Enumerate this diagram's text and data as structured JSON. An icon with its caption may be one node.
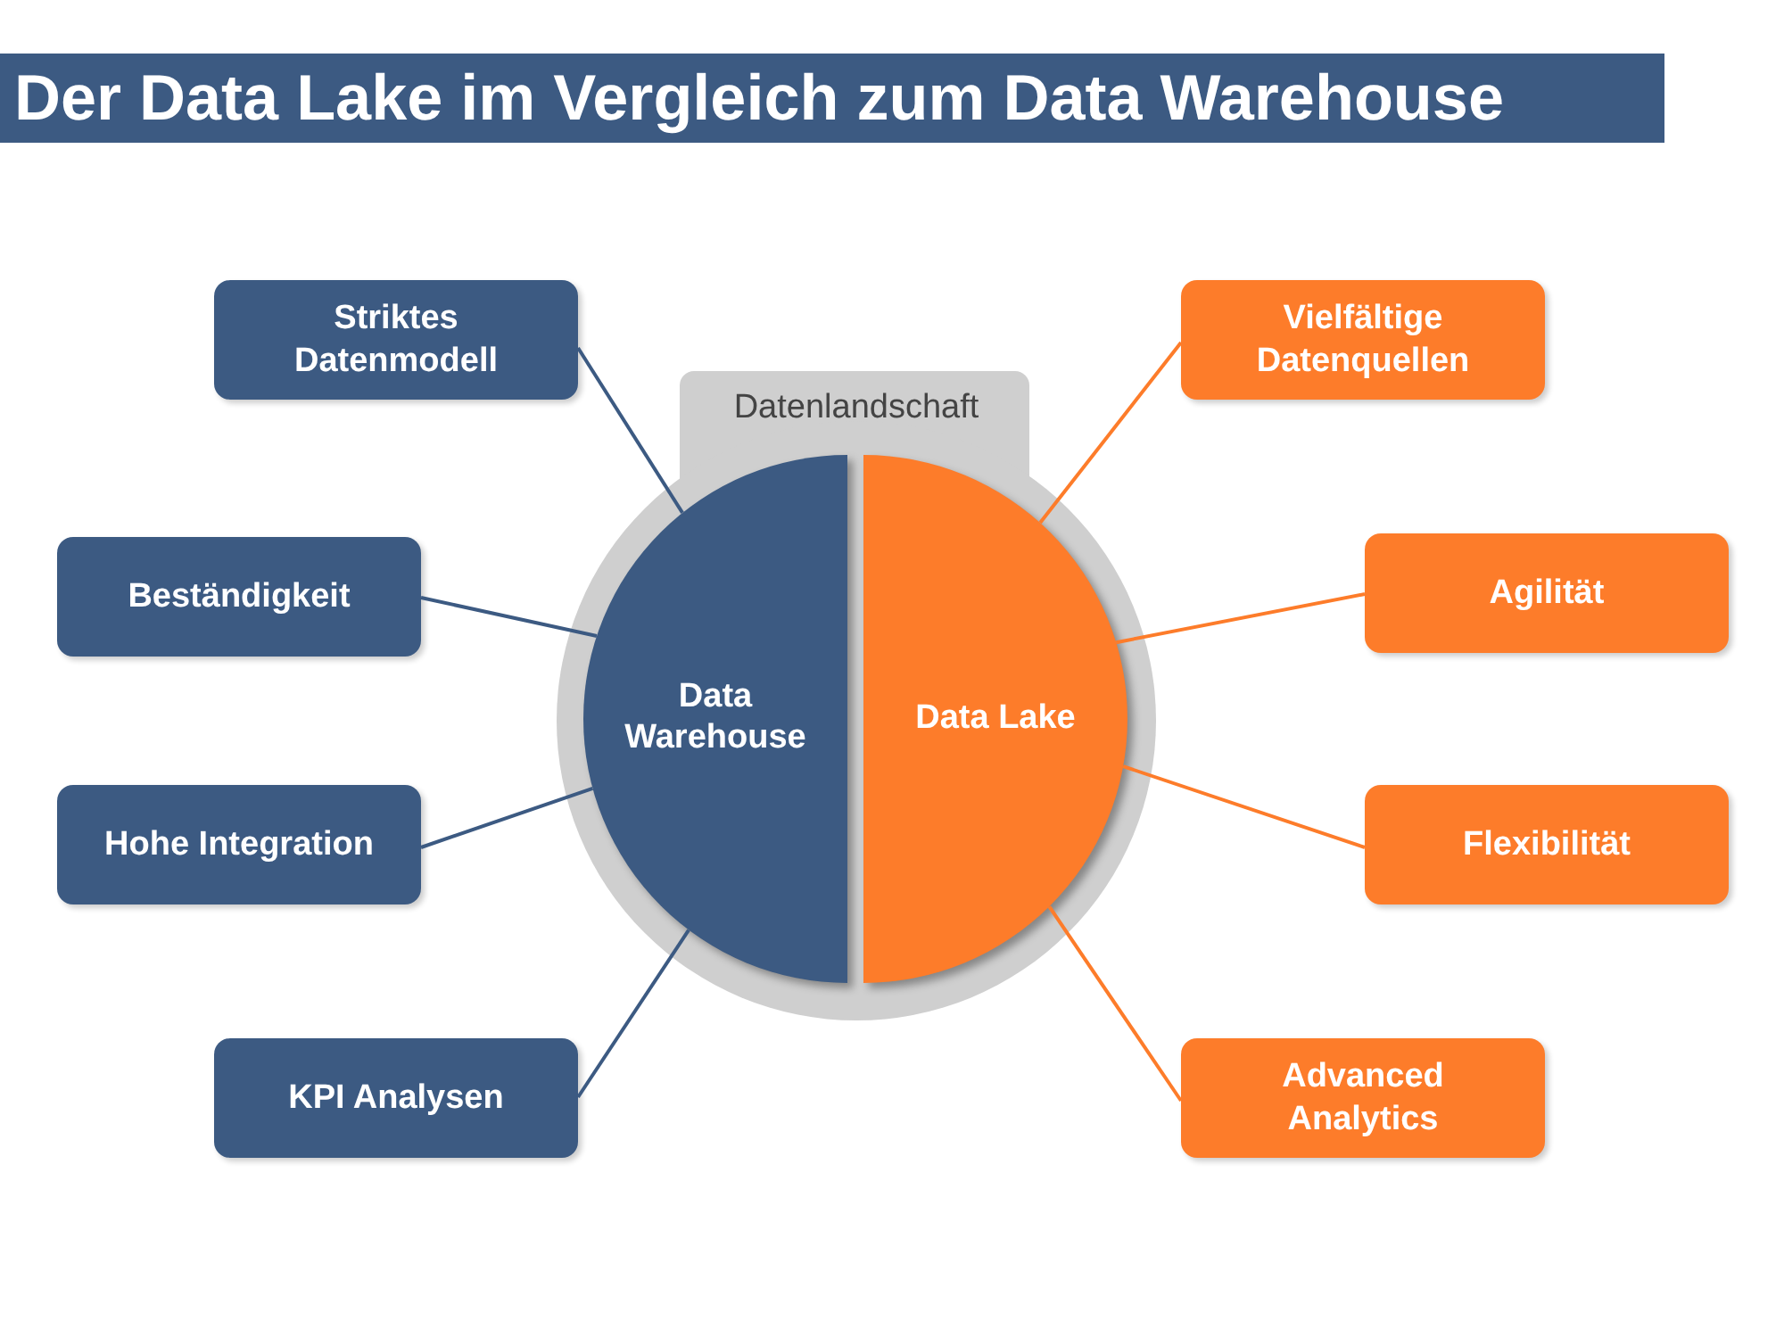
{
  "diagram": {
    "title": "Der Data Lake im Vergleich zum Data Warehouse",
    "nodes": [
      {
        "text": [
          "Datenlandschaft"
        ]
      },
      {
        "text": [
          "Data Warehouse"
        ],
        "in": 0
      },
      {
        "text": [
          "Data Lake"
        ],
        "in": 0
      },
      {
        "text": [
          "Striktes Datenmodell"
        ]
      },
      {
        "text": [
          "Vielfältige Datenquellen"
        ]
      },
      {
        "text": [
          "Beständigkeit"
        ]
      },
      {
        "text": [
          "Agilität"
        ]
      },
      {
        "text": [
          "Hohe Integration"
        ]
      },
      {
        "text": [
          "Flexibilität"
        ]
      },
      {
        "text": [
          "KPI Analysen"
        ]
      },
      {
        "text": [
          "Advanced Analytics"
        ]
      }
    ],
    "edges": [
      {
        "from": 1,
        "to": 3,
        "arrow": "none"
      },
      {
        "from": 2,
        "to": 4,
        "arrow": "none",
        "color": "#fd7c2a"
      },
      {
        "from": 1,
        "to": 5,
        "arrow": "none"
      },
      {
        "from": 2,
        "to": 6,
        "arrow": "none",
        "color": "#fd7c2a"
      },
      {
        "from": 1,
        "to": 7,
        "arrow": "none"
      },
      {
        "from": 2,
        "to": 8,
        "arrow": "none",
        "color": "#fd7c2a"
      },
      {
        "from": 1,
        "to": 9,
        "arrow": "none"
      },
      {
        "from": 2,
        "to": 10,
        "arrow": "none",
        "color": "#fd7c2a"
      }
    ]
  }
}
